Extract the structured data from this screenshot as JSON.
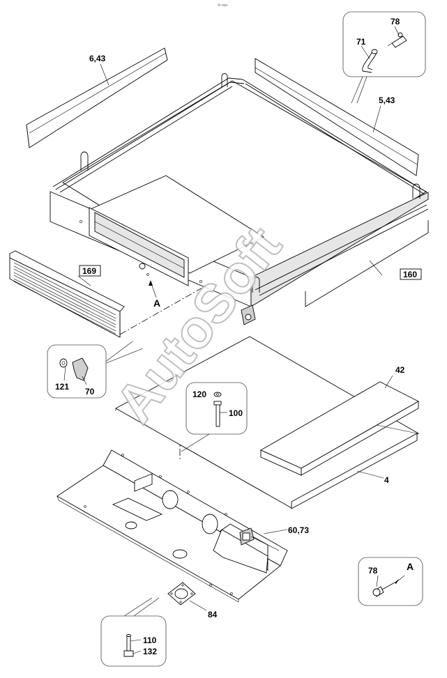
{
  "header_tiny_text": "% ooo",
  "watermark": "AutoSoft",
  "labels": {
    "p6_43": "6,43",
    "p5_43": "5,43",
    "p78_top": "78",
    "p71": "71",
    "p169": "169",
    "p160": "160",
    "A_main": "A",
    "p121": "121",
    "p70": "70",
    "p120": "120",
    "p100": "100",
    "p42": "42",
    "p4": "4",
    "p60_73": "60,73",
    "p78_bottom": "78",
    "A_detail": "A",
    "p84": "84",
    "p110": "110",
    "p132": "132"
  }
}
